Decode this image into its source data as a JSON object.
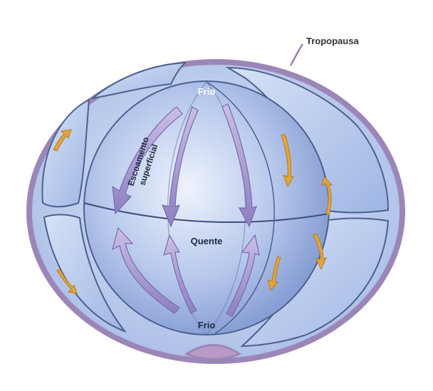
{
  "labels": {
    "tropopause": "Tropopausa",
    "pole_north": "Frio",
    "equator": "Quente",
    "pole_south": "Frio",
    "surface_flow_line1": "Escoamento",
    "surface_flow_line2": "superficial"
  },
  "colors": {
    "envelope": "#9c86b8",
    "envelope_fill": "#c6d4ee",
    "sphere_light": "#dde7f8",
    "sphere_dark": "#7f9bd3",
    "cell_fill": "#b9cdee",
    "cell_stroke": "#4d6190",
    "surface_arrow": "#9a8cc6",
    "upper_arrow": "#e2a53e",
    "leader_line": "#9a7fb0"
  },
  "icons": [
    "arrow-down-icon",
    "arrow-up-icon",
    "curved-arrow-icon"
  ]
}
